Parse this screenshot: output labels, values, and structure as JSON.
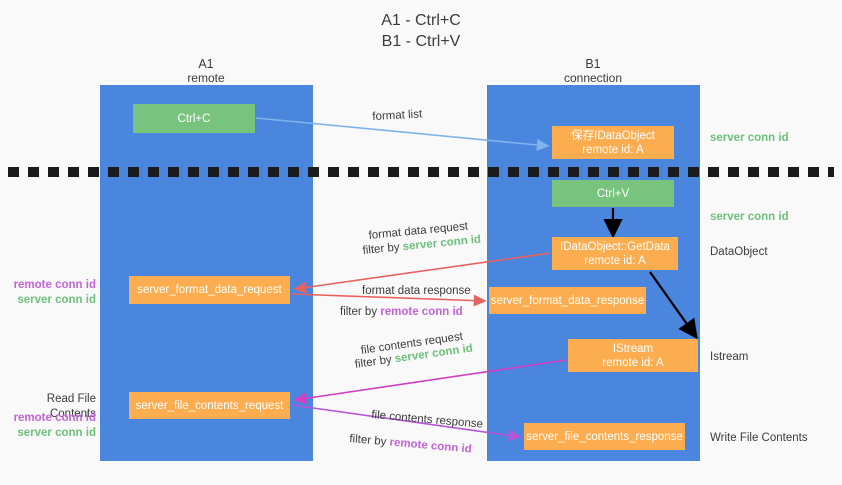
{
  "title": {
    "line1": "A1 - Ctrl+C",
    "line2": "B1 - Ctrl+V"
  },
  "columns": [
    {
      "name": "A1",
      "sub": "remote"
    },
    {
      "name": "B1",
      "sub": "connection"
    }
  ],
  "colors": {
    "lane": "#4a85de",
    "green_box": "#78c37e",
    "orange_box": "#fcad50",
    "server_conn_id": "#6ec07c",
    "remote_conn_id": "#c265d8",
    "arrow_blue": "#7fb3ea",
    "arrow_red": "#e8635f",
    "arrow_magenta": "#d23fc0",
    "arrow_purple": "#b356d8",
    "arrow_black": "#000000",
    "background": "#f9f9f9",
    "dash_line": "#1b1b1b"
  },
  "boxes": {
    "ctrl_c": "Ctrl+C",
    "ctrl_v": "Ctrl+V",
    "idataobject_line1": "保存IDataObject",
    "idataobject_line2": "remote id: A",
    "getdata_line1": "IDataObject::GetData",
    "getdata_line2": "remote id: A",
    "istream_line1": "IStream",
    "istream_line2": "remote id: A",
    "server_format_data_request": "server_format_data_request",
    "server_format_data_response": "server_format_data_response",
    "server_file_contents_request": "server_file_contents_request",
    "server_file_contents_response": "server_file_contents_response"
  },
  "captions": {
    "format_list": "format list",
    "format_data_request": "format data request",
    "filter_by": "filter by ",
    "server_conn_id": "server conn id",
    "remote_conn_id": "remote conn id",
    "format_data_response": "format data response",
    "file_contents_request": "file contents request",
    "file_contents_response": "file contents response"
  },
  "side_labels": {
    "server_conn_id_top": "server conn id",
    "server_conn_id_mid": "server conn id",
    "dataobject": "DataObject",
    "istream": "Istream",
    "write_file_contents": "Write File Contents",
    "read_file_contents": "Read File Contents",
    "remote_conn_id": "remote conn id",
    "server_conn_id": "server conn id"
  }
}
